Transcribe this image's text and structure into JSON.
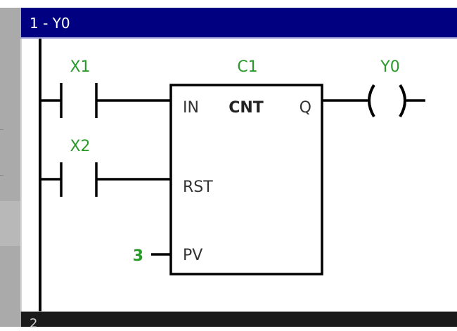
{
  "rung": {
    "title": "1 - Y0",
    "next_rung_label": "2"
  },
  "colors": {
    "header_bg": "#000080",
    "operand_green": "#2a9a2a",
    "line": "#000000",
    "pin_text": "#333333"
  },
  "contacts": [
    {
      "address": "X1",
      "type": "normally-open"
    },
    {
      "address": "X2",
      "type": "normally-open"
    }
  ],
  "counter_block": {
    "instance": "C1",
    "type_label": "CNT",
    "pins": {
      "in": "IN",
      "rst": "RST",
      "pv": "PV",
      "q": "Q"
    },
    "preset_value": "3"
  },
  "coil": {
    "address": "Y0",
    "symbol": "( )"
  }
}
